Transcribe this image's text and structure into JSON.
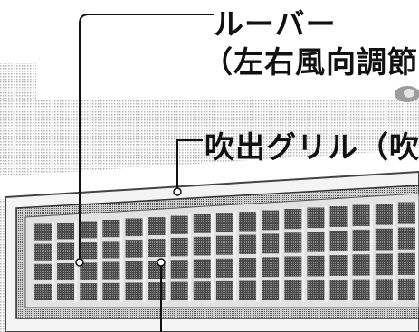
{
  "labels": {
    "louver_title": "ルーバー",
    "louver_subtitle": "（左右風向調節",
    "outlet_grille": "吹出グリル（吹"
  },
  "icons": {
    "bullet": "gray-bullet-icon"
  },
  "colors": {
    "ink": "#111111",
    "grille_face": "#9a9a9a",
    "slat_dark": "#3a3a3a",
    "frame": "#555555",
    "halftone": "#c8c8c8"
  }
}
